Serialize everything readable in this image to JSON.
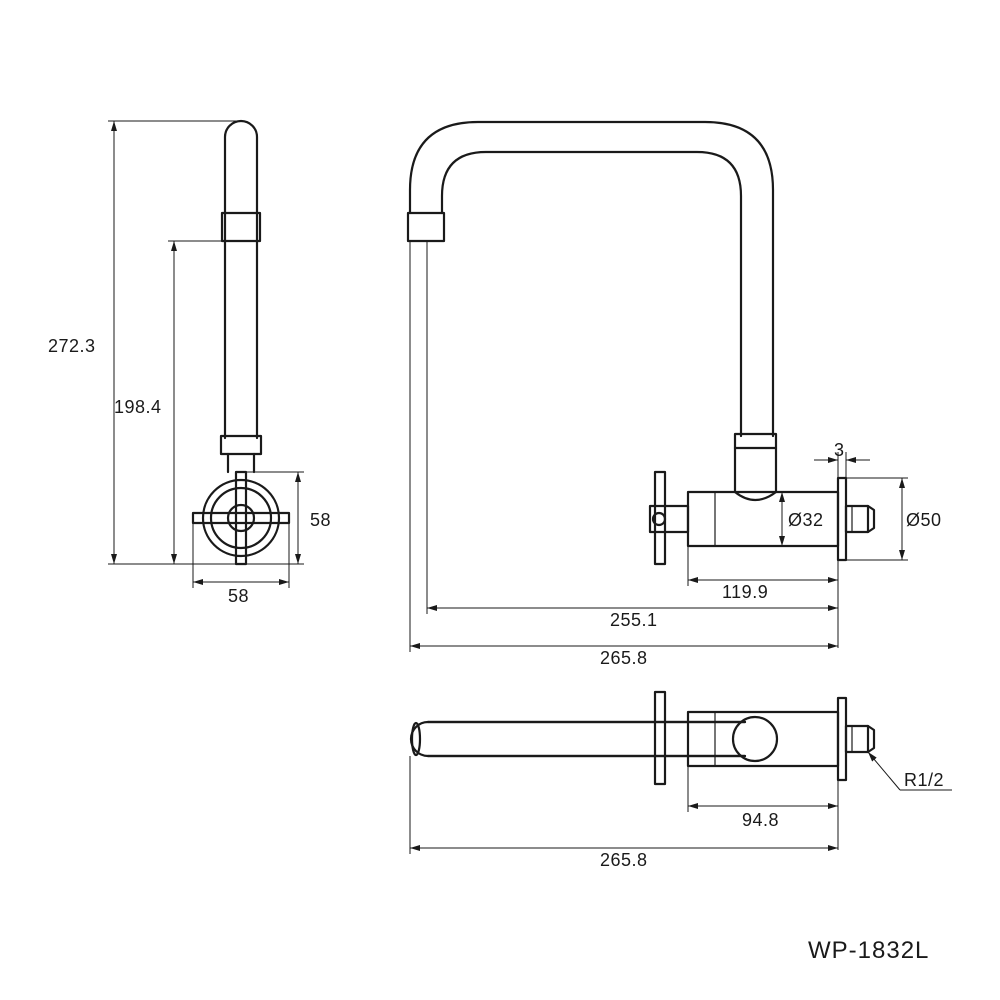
{
  "model_code": "WP-1832L",
  "side_view": {
    "total_height": "272.3",
    "spout_height": "198.4",
    "handle_height": "58",
    "handle_width": "58"
  },
  "front_view": {
    "flange_thickness": "3",
    "body_diameter": "Ø32",
    "flange_diameter": "Ø50",
    "body_length": "119.9",
    "spout_reach": "255.1",
    "overall_length": "265.8"
  },
  "top_view": {
    "thread": "R1/2",
    "body_length": "94.8",
    "overall_length": "265.8"
  }
}
